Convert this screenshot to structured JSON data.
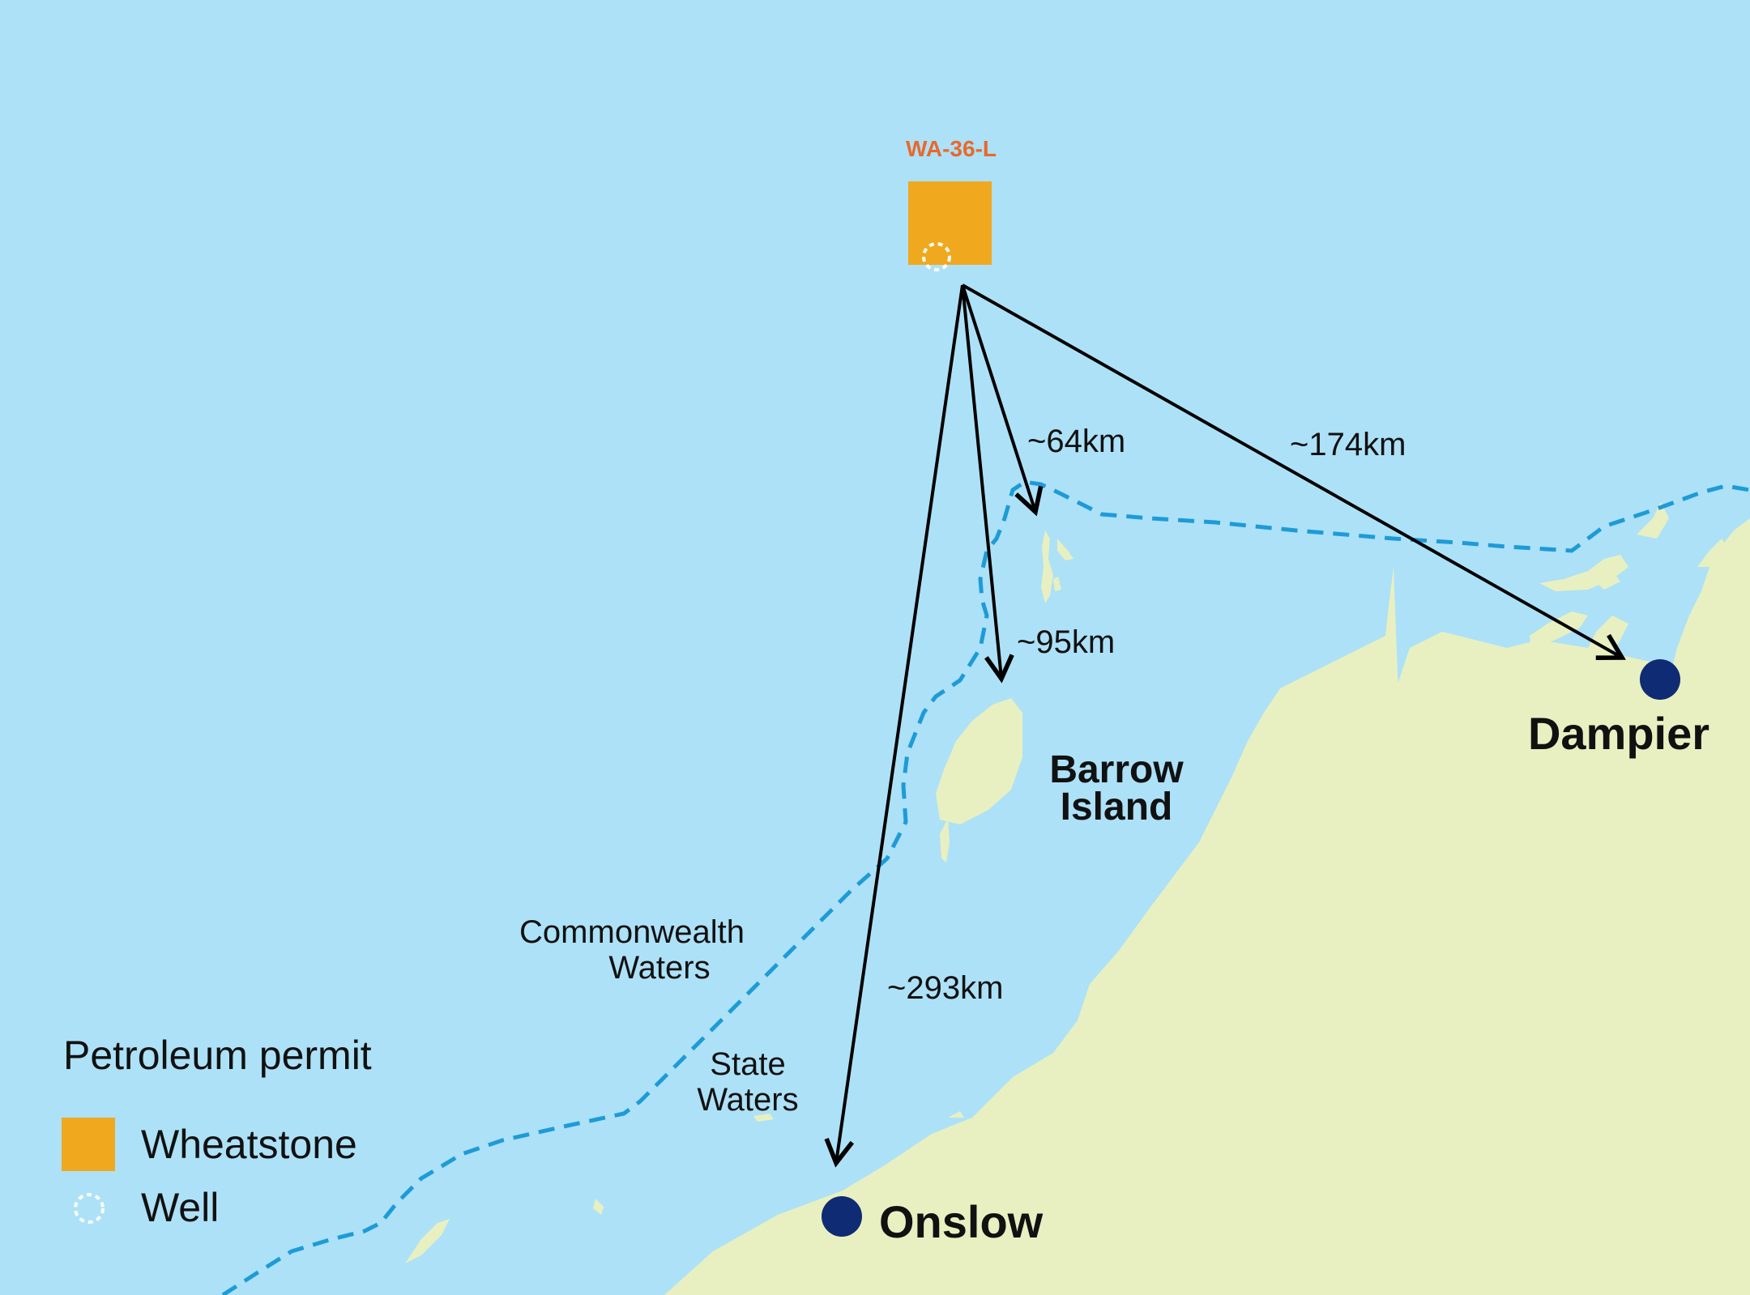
{
  "colors": {
    "sea": "#ADE1F7",
    "land": "#E8F0C1",
    "permit": "#F0A81E",
    "permit_label": "#E8692B",
    "boundary": "#1E9BD7",
    "town": "#0F2B73",
    "arrow": "#000000"
  },
  "permit": {
    "label": "WA-36-L"
  },
  "distances": {
    "d64": "~64km",
    "d95": "~95km",
    "d174": "~174km",
    "d293": "~293km"
  },
  "waters": {
    "commonwealth_line1": "Commonwealth",
    "commonwealth_line2": "Waters",
    "state_line1": "State",
    "state_line2": "Waters"
  },
  "places": {
    "barrow_line1": "Barrow",
    "barrow_line2": "Island",
    "dampier": "Dampier",
    "onslow": "Onslow"
  },
  "legend": {
    "title": "Petroleum permit",
    "items": [
      "Wheatstone",
      "Well"
    ]
  }
}
